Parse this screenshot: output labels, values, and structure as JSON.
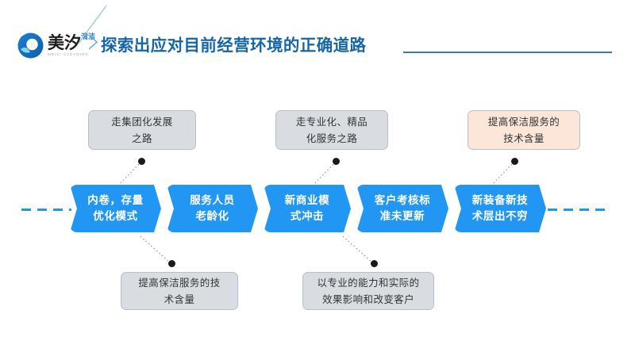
{
  "header": {
    "logo": {
      "mark_name": "meixi-circular-logo",
      "brand_cn": "美汐",
      "brand_cn_small": "清洁",
      "brand_en": "MEIXI CLEANING"
    },
    "title": "探索出应对目前经营环境的正确道路",
    "accent_color": "#1566a8",
    "rule_color": "#2f7fbd"
  },
  "timeline": {
    "accent_color": "#2196f3",
    "items": [
      {
        "label_line1": "内卷，存量",
        "label_line2": "优化模式"
      },
      {
        "label_line1": "服务人员",
        "label_line2": "老龄化"
      },
      {
        "label_line1": "新商业模",
        "label_line2": "式冲击"
      },
      {
        "label_line1": "客户考核标",
        "label_line2": "准未更新"
      },
      {
        "label_line1": "新装备新技",
        "label_line2": "术层出不穷"
      }
    ]
  },
  "notes_top": [
    {
      "line1": "走集团化发展",
      "line2": "之路",
      "style": "grey",
      "color": "#d9dde2"
    },
    {
      "line1": "走专业化、精品",
      "line2": "化服务之路",
      "style": "grey",
      "color": "#d9dde2"
    },
    {
      "line1": "提高保洁服务的",
      "line2": "技术含量",
      "style": "peach",
      "color": "#fbe6d8"
    }
  ],
  "notes_bottom": [
    {
      "line1": "提高保洁服务的技",
      "line2": "术含量",
      "style": "grey",
      "color": "#d9dde2"
    },
    {
      "line1": "以专业的能力和实际的",
      "line2": "效果影响和改变客户",
      "style": "grey",
      "color": "#d9dde2"
    }
  ]
}
